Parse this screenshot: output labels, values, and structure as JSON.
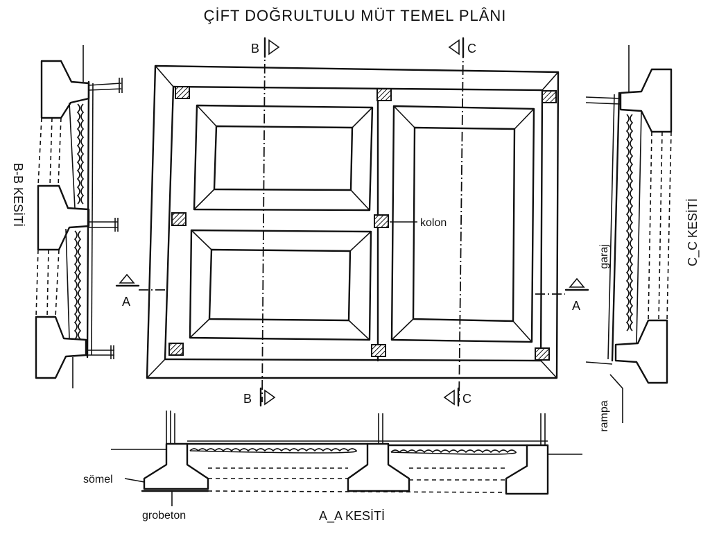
{
  "title": "ÇİFT DOĞRULTULU MÜT TEMEL PLÂNI",
  "labels": {
    "kolon": "kolon",
    "somel": "sömel",
    "grobeton": "grobeton",
    "garaj": "garaj",
    "rampa": "rampa"
  },
  "section_marks": {
    "b": "B",
    "c": "C",
    "a": "A"
  },
  "section_titles": {
    "aa": "A_A KESİTİ",
    "bb": "B-B KESİTİ",
    "cc": "C_C KESİTİ"
  }
}
